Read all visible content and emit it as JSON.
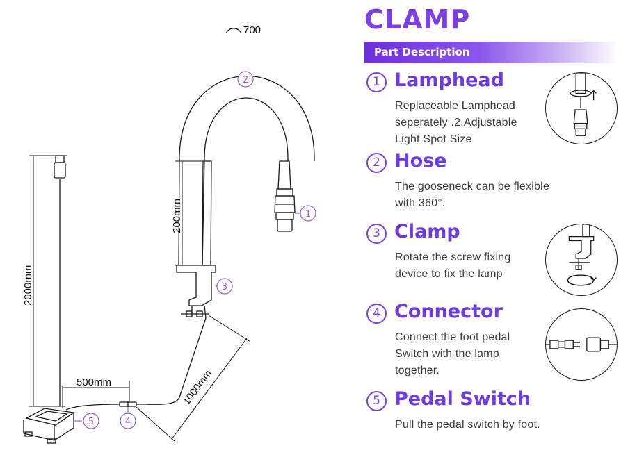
{
  "title": "CLAMP",
  "section_label": "Part Description",
  "colors": {
    "accent": "#7b3fe4",
    "badge": "#9b59d6",
    "line": "#1a1a1a"
  },
  "parts": [
    {
      "number": "1",
      "name": "Lamphead",
      "desc_lines": [
        "Replaceable Lamphead",
        "seperately .2.Adjustable",
        "Light Spot Size"
      ],
      "icon": "lamphead-detail-icon"
    },
    {
      "number": "2",
      "name": "Hose",
      "desc_lines": [
        "The gooseneck can be flexible",
        "with 360°."
      ]
    },
    {
      "number": "3",
      "name": "Clamp",
      "desc_lines": [
        "Rotate the screw fixing",
        "device to fix the lamp"
      ],
      "icon": "clamp-detail-icon"
    },
    {
      "number": "4",
      "name": "Connector",
      "desc_lines": [
        "Connect the foot pedal",
        "Switch with the lamp",
        "together."
      ],
      "icon": "connector-detail-icon"
    },
    {
      "number": "5",
      "name": "Pedal Switch",
      "desc_lines": [
        "Pull the pedal switch by foot."
      ]
    }
  ],
  "dimensions": {
    "arc": "700",
    "hose_segment": "200mm",
    "cable_height": "2000mm",
    "pedal_offset": "500mm",
    "cable_length": "1000mm"
  },
  "callouts": [
    "1",
    "2",
    "3",
    "4",
    "5"
  ]
}
